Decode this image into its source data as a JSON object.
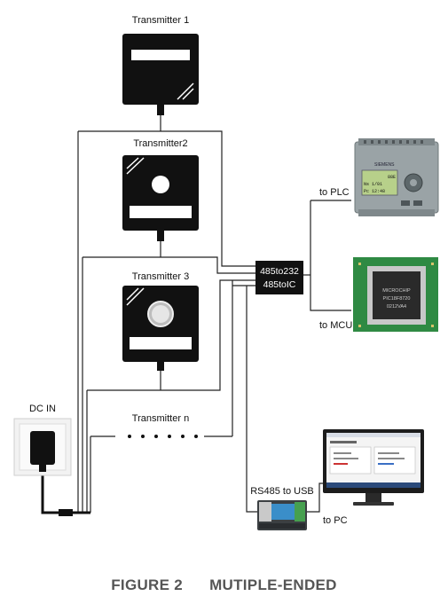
{
  "transmitters": {
    "t1": "Transmitter 1",
    "t2": "Transmitter2",
    "t3": "Transmitter 3",
    "tn": "Transmitter n"
  },
  "power": {
    "label": "DC IN"
  },
  "converter": {
    "line1": "485to232",
    "line2": "485toIC"
  },
  "outputs": {
    "plc": "to PLC",
    "mcu": "to MCU",
    "pc": "to PC"
  },
  "plc_device": {
    "brand": "SIEMENS",
    "screen": [
      "88E",
      "Ns 1/01",
      "Pc 12:48"
    ]
  },
  "chip": {
    "brand": "MICROCHIP",
    "part": "PIC18F8720",
    "code": "0212VA4"
  },
  "usb_adapter": {
    "label": "RS485 to USB"
  },
  "caption": {
    "figure": "FIGURE 2",
    "title": "MUTIPLE-ENDED"
  }
}
